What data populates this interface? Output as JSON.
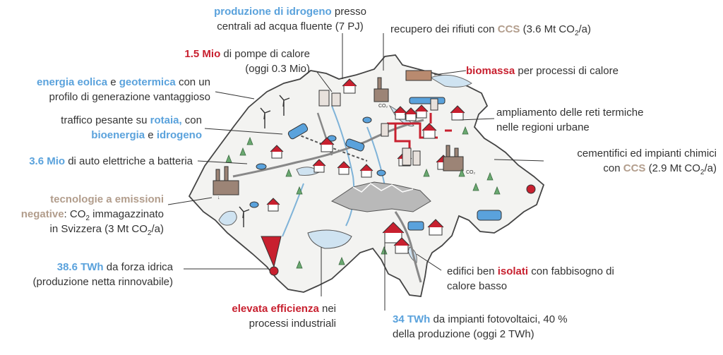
{
  "colors": {
    "blue": "#5aa2dc",
    "red": "#c8202f",
    "tan": "#b29d8c",
    "text": "#333333"
  },
  "labels": {
    "hydrogen": {
      "l1_hl": "produzione di idrogeno",
      "l1_rest": " presso",
      "l2": "centrali ad acqua fluente (7 PJ)"
    },
    "waste": {
      "pre": "recupero dei rifiuti con ",
      "hl": "CCS",
      "mid": " (3.6 Mt CO",
      "sub": "2",
      "post": "/a)"
    },
    "heatpumps": {
      "hl": "1.5 Mio",
      "rest": " di pompe di calore",
      "l2": "(oggi 0.3 Mio)"
    },
    "biomass": {
      "hl": "biomassa",
      "rest": " per processi di calore"
    },
    "wind": {
      "hl1": "energia eolica",
      "mid": " e ",
      "hl2": "geotermica",
      "rest": " con un",
      "l2": "profilo di generazione vantaggioso"
    },
    "traffic": {
      "l1_pre": "traffico pesante su ",
      "l1_hl": "rotaia,",
      "l1_post": " con",
      "l2_hl1": "bioenergia",
      "l2_mid": " e ",
      "l2_hl2": "idrogeno"
    },
    "grids": {
      "l1": "ampliamento delle reti termiche",
      "l2": "nelle regioni urbane"
    },
    "cars": {
      "hl": "3.6 Mio",
      "rest": " di auto elettriche a batteria"
    },
    "cement": {
      "l1": "cementifici ed impianti chimici",
      "l2_pre": "con ",
      "l2_hl": "CCS",
      "l2_mid": " (2.9 Mt CO",
      "sub": "2",
      "l2_post": "/a)"
    },
    "negative": {
      "l1_hl": "tecnologie a emissioni",
      "l2_hl": "negative",
      "l2_pre": ": CO",
      "sub": "2",
      "l2_post": " immagazzinato",
      "l3_pre": "in Svizzera (3 Mt CO",
      "l3_sub": "2",
      "l3_post": "/a)"
    },
    "hydro": {
      "hl": "38.6 TWh",
      "rest": " da forza idrica",
      "l2": "(produzione netta rinnovabile)"
    },
    "insulated": {
      "l1_pre": "edifici ben ",
      "l1_hl": "isolati",
      "l1_post": " con fabbisogno di",
      "l2": "calore basso"
    },
    "efficiency": {
      "hl": "elevata efficienza",
      "rest": " nei",
      "l2": "processi industriali"
    },
    "pv": {
      "hl": "34 TWh",
      "rest": " da impianti fotovoltaici, 40 %",
      "l2": "della produzione (oggi 2 TWh)"
    }
  },
  "map_text": {
    "co2_a": "CO₂",
    "co2_b": "CO₂"
  }
}
